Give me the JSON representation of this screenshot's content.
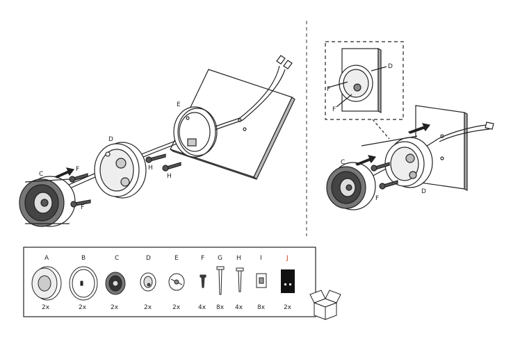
{
  "left_diagram": {
    "callouts": [
      {
        "id": "c",
        "text": "C"
      },
      {
        "id": "f1",
        "text": "F"
      },
      {
        "id": "f2",
        "text": "F"
      },
      {
        "id": "d",
        "text": "D"
      },
      {
        "id": "e",
        "text": "E"
      },
      {
        "id": "h1",
        "text": "H"
      },
      {
        "id": "h2",
        "text": "H"
      }
    ]
  },
  "right_diagram": {
    "callouts": [
      {
        "id": "c",
        "text": "C"
      },
      {
        "id": "f",
        "text": "F"
      },
      {
        "id": "d",
        "text": "D"
      }
    ],
    "inset_callouts": [
      {
        "id": "d",
        "text": "D"
      },
      {
        "id": "f1",
        "text": "F"
      },
      {
        "id": "f2",
        "text": "F"
      }
    ]
  },
  "parts": [
    {
      "letter": "A",
      "qty": "2x",
      "icon": "speaker-icon"
    },
    {
      "letter": "B",
      "qty": "2x",
      "icon": "grille-icon"
    },
    {
      "letter": "C",
      "qty": "2x",
      "icon": "speaker-assembly-icon"
    },
    {
      "letter": "D",
      "qty": "2x",
      "icon": "mount-ring-icon"
    },
    {
      "letter": "E",
      "qty": "2x",
      "icon": "bracket-icon"
    },
    {
      "letter": "F",
      "qty": "4x",
      "icon": "short-screw-icon"
    },
    {
      "letter": "G",
      "qty": "8x",
      "icon": "long-screw-icon"
    },
    {
      "letter": "H",
      "qty": "4x",
      "icon": "screw-icon"
    },
    {
      "letter": "I",
      "qty": "8x",
      "icon": "clip-icon"
    },
    {
      "letter": "J",
      "qty": "2x",
      "icon": "template-icon"
    }
  ],
  "colors": {
    "line": "#222222",
    "accent_letter": "#cc3300"
  }
}
